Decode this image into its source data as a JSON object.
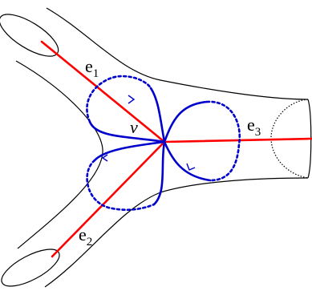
{
  "labels": {
    "vertex": "v",
    "edges": [
      {
        "base": "e",
        "sub": "1"
      },
      {
        "base": "e",
        "sub": "2"
      },
      {
        "base": "e",
        "sub": "3"
      }
    ]
  },
  "colors": {
    "surface_outline": "#000000",
    "edge_lines": "#ff0000",
    "loops": "#0000cc"
  }
}
